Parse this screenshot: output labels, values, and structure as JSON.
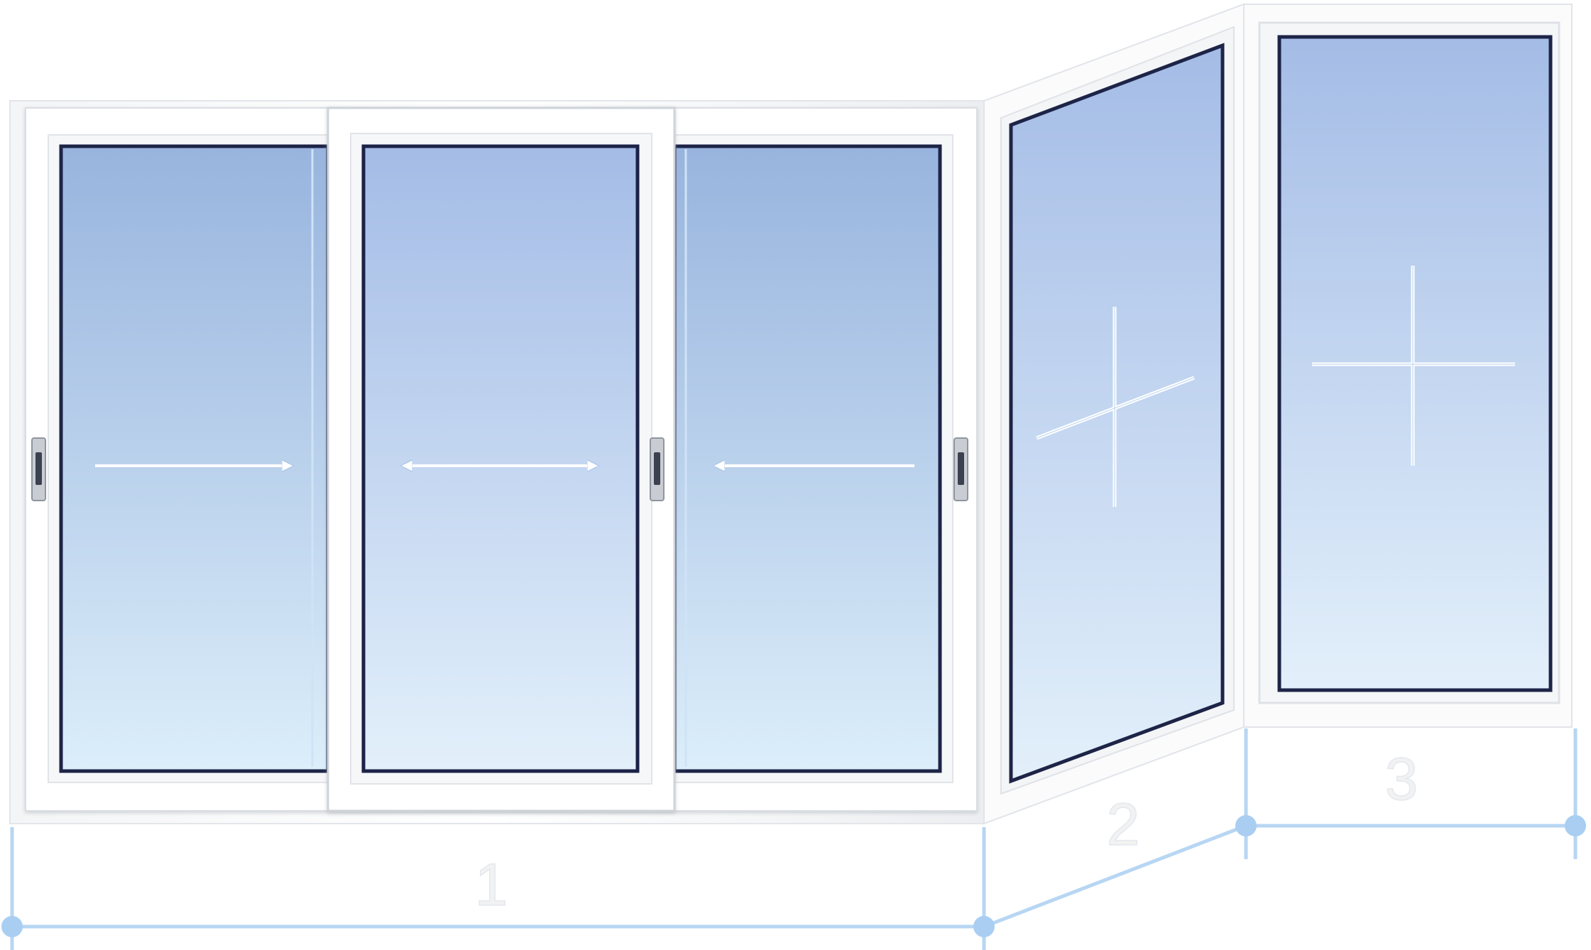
{
  "diagram": {
    "sections": [
      {
        "label": "1",
        "type": "sliding-panel-group",
        "panels": [
          {
            "name": "sliding-panel-left",
            "arrow": "right",
            "handle": "left"
          },
          {
            "name": "sliding-panel-center",
            "arrow": "both",
            "handle": "right"
          },
          {
            "name": "sliding-panel-right",
            "arrow": "left",
            "handle": "right"
          }
        ]
      },
      {
        "label": "2",
        "type": "fixed-angled-window",
        "glazing_symbol": "cross"
      },
      {
        "label": "3",
        "type": "fixed-window",
        "glazing_symbol": "cross"
      }
    ],
    "colors": {
      "frame": "#ffffff",
      "frame_shadow": "#dfe3e8",
      "glass_top": "#a4bce6",
      "glass_bottom": "#e3f0fb",
      "glass_border": "#1d2447",
      "dimension_line": "#b7d6f3",
      "dimension_node": "#a9cef2",
      "handle": "#c9cdd3",
      "handle_slot": "#3c4150"
    }
  }
}
